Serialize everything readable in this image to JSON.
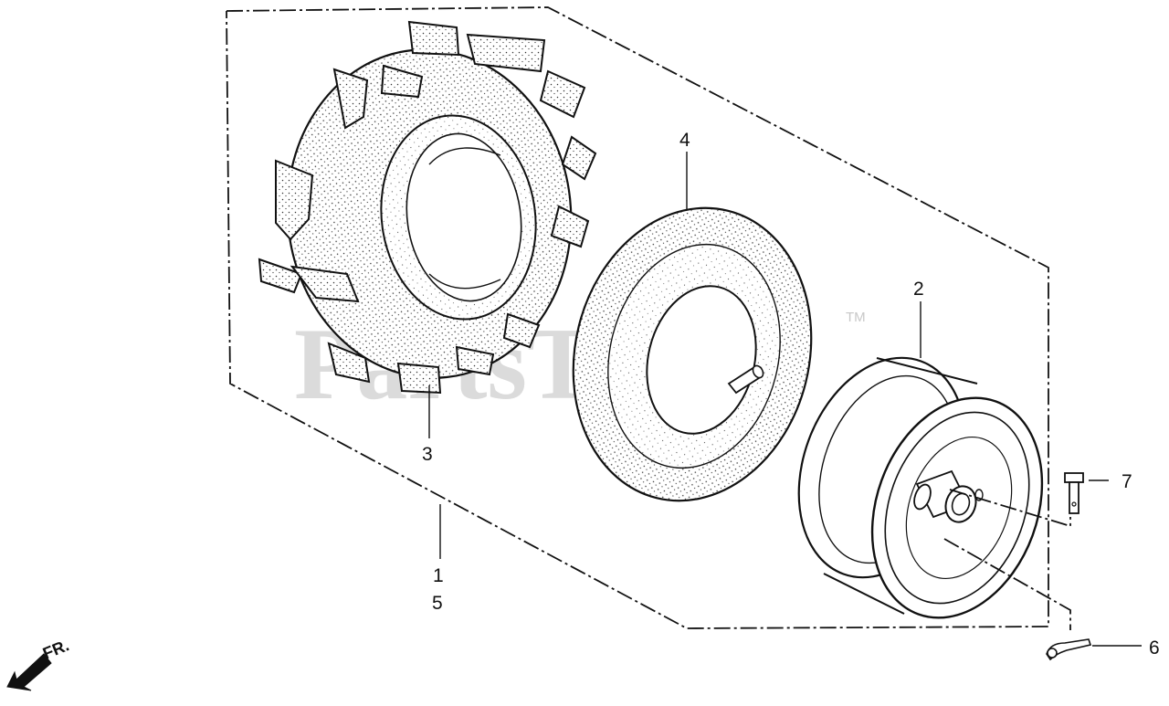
{
  "watermark": {
    "text": "PartsTree",
    "trademark": "TM"
  },
  "direction_indicator": {
    "label": "FR."
  },
  "callouts": [
    {
      "id": "c1",
      "text": "1"
    },
    {
      "id": "c2",
      "text": "2"
    },
    {
      "id": "c3",
      "text": "3"
    },
    {
      "id": "c4",
      "text": "4"
    },
    {
      "id": "c5",
      "text": "5"
    },
    {
      "id": "c6",
      "text": "6"
    },
    {
      "id": "c7",
      "text": "7"
    }
  ],
  "parts": [
    {
      "callout": "3",
      "icon": "tractor-tire-icon"
    },
    {
      "callout": "4",
      "icon": "inner-tube-icon"
    },
    {
      "callout": "2",
      "icon": "wheel-rim-icon"
    },
    {
      "callout": "7",
      "icon": "pin-icon"
    },
    {
      "callout": "6",
      "icon": "cotter-pin-icon"
    }
  ]
}
